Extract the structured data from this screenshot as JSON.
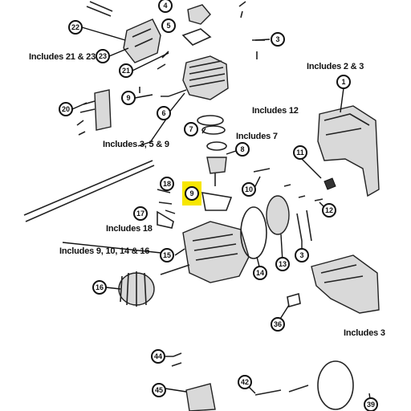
{
  "diagram": {
    "highlight_color": "#f7e600",
    "highlighted_callout": "9",
    "texts": {
      "t_21_23": "Includes 21 & 23",
      "t_2_3": "Includes 2 & 3",
      "t_12": "Includes 12",
      "t_7": "Includes 7",
      "t_3_5_9": "Includes 3, 5 & 9",
      "t_18": "Includes 18",
      "t_9_10_14_16": "Includes 9, 10, 14 & 16",
      "t_right_bottom": "Includes 3"
    },
    "callouts": [
      "4",
      "5",
      "3",
      "22",
      "23",
      "21",
      "9",
      "6",
      "1",
      "20",
      "7",
      "8",
      "12",
      "11",
      "10",
      "18",
      "9",
      "17",
      "15",
      "14",
      "13",
      "3",
      "16",
      "36",
      "44",
      "42",
      "45",
      "39"
    ]
  }
}
